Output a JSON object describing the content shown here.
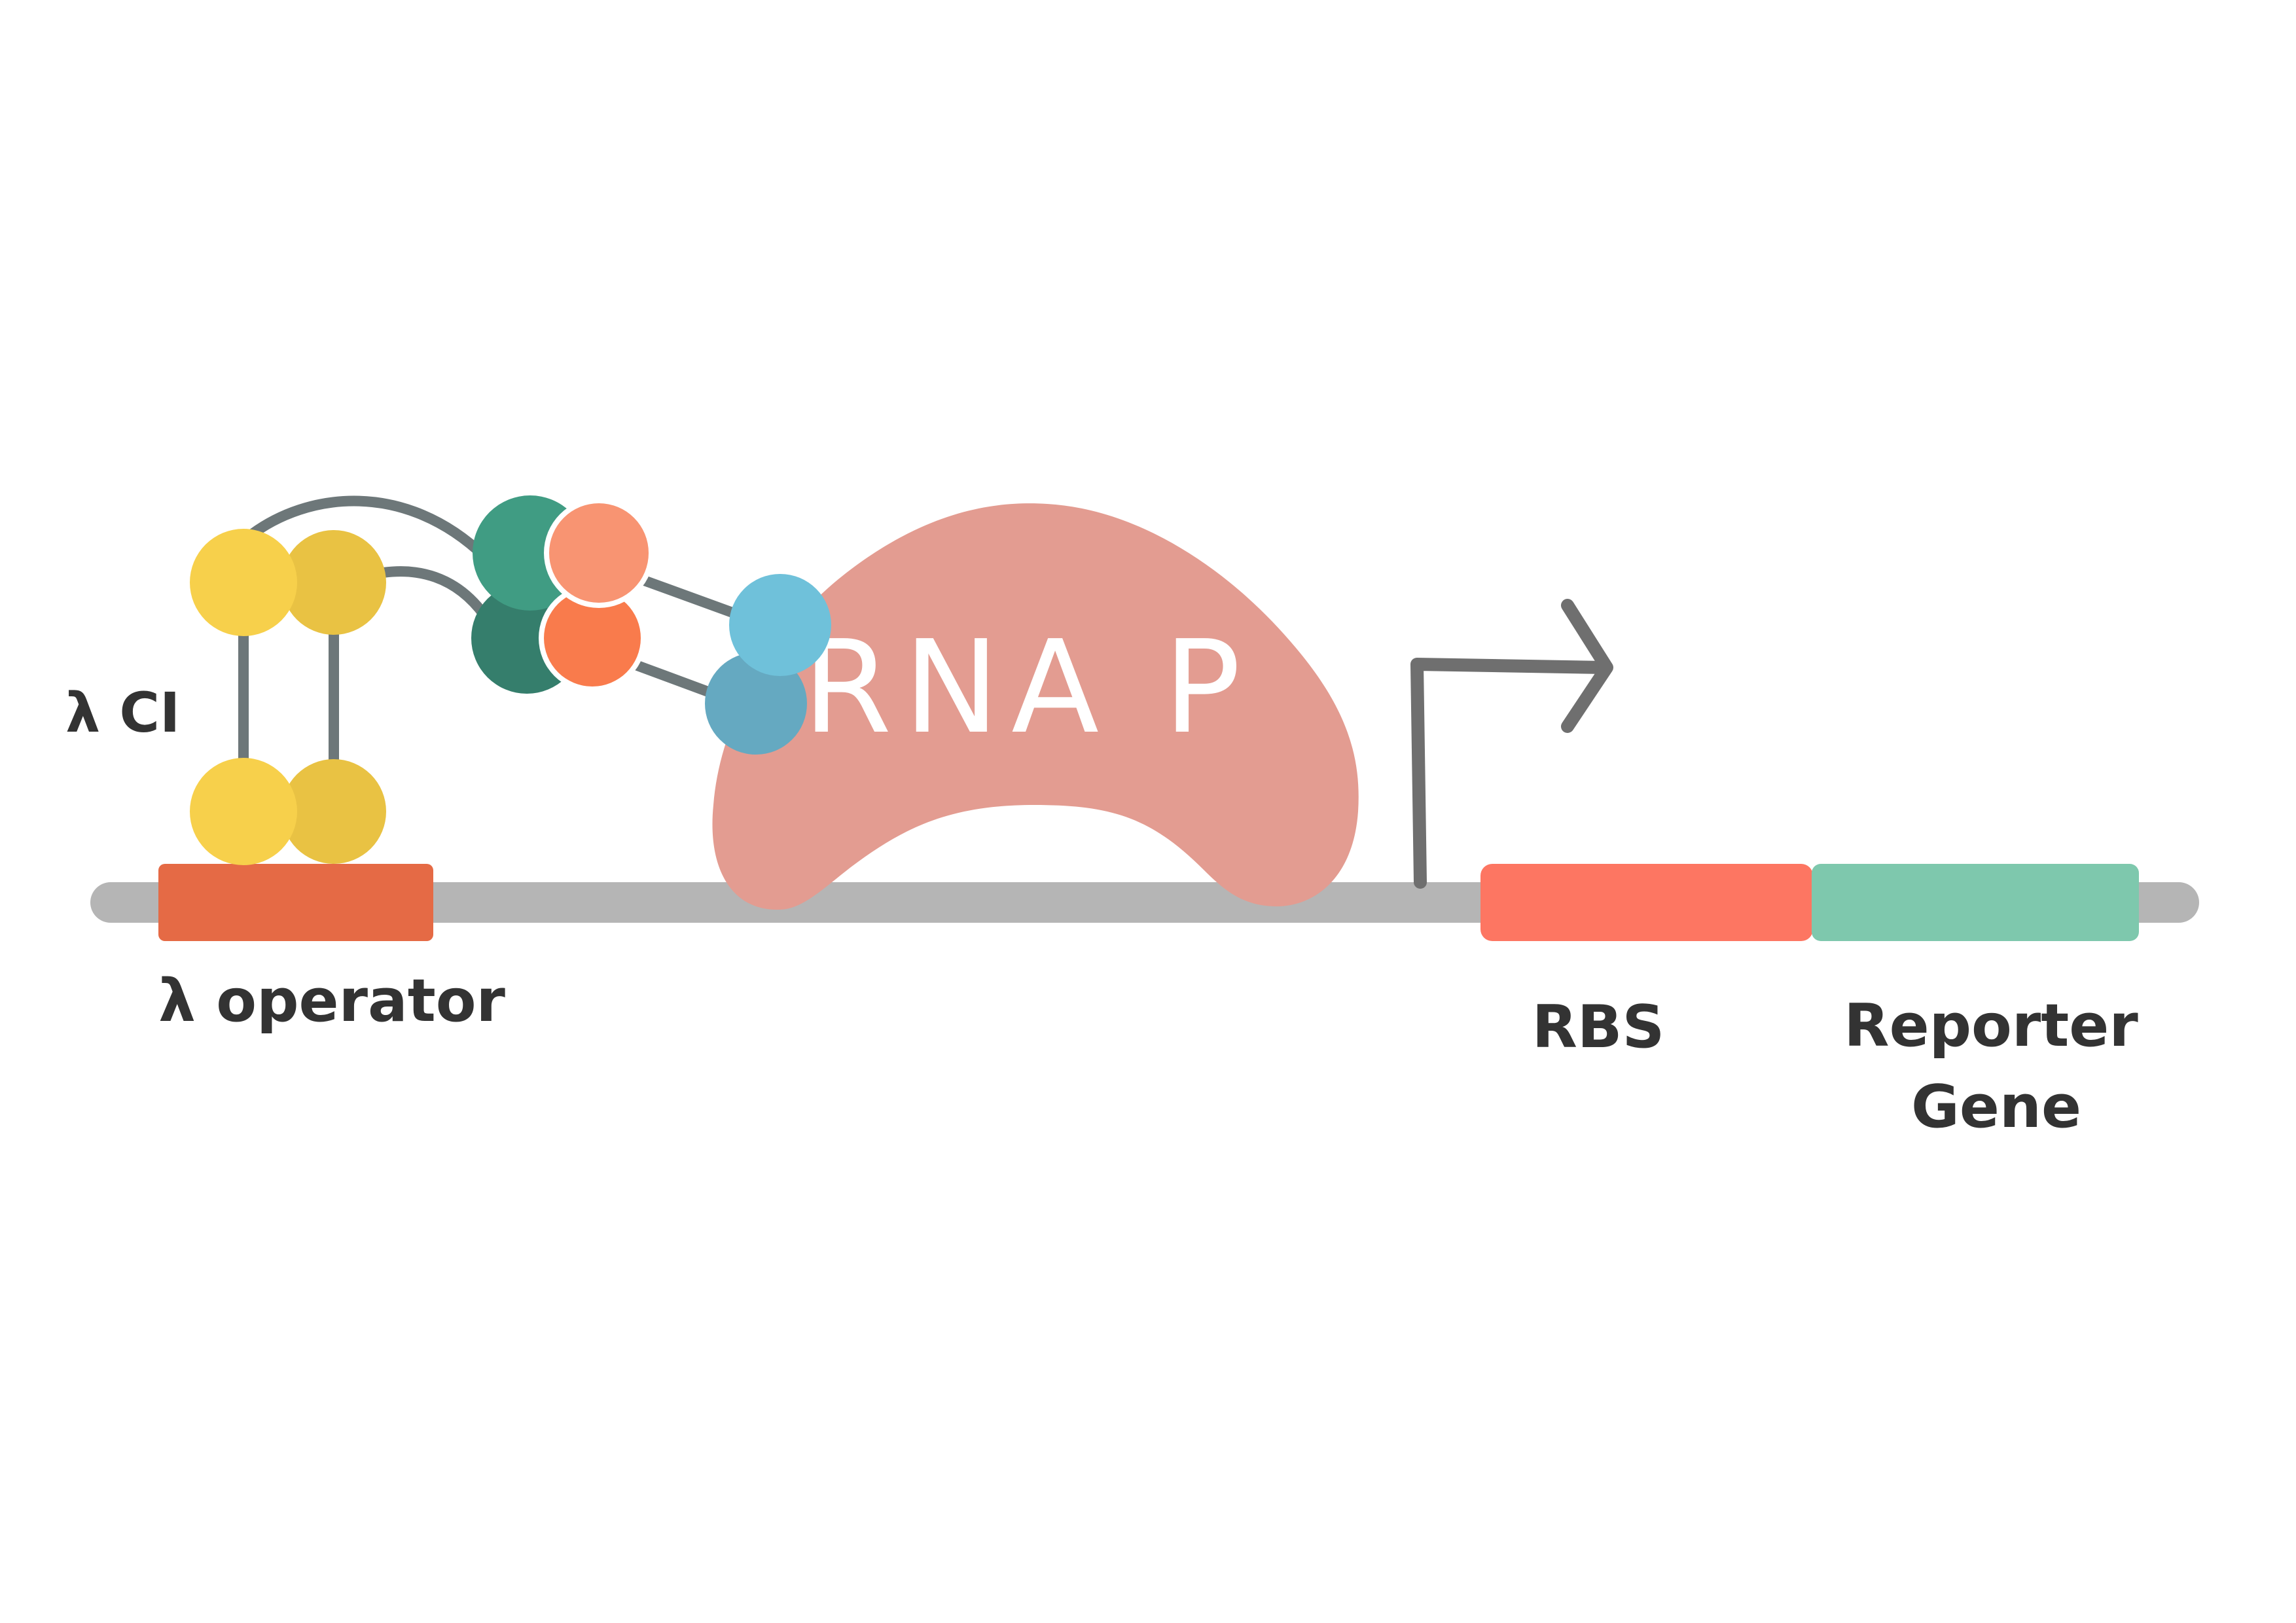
{
  "labels": {
    "lambda_ci": "λ CI",
    "lambda_operator": "λ operator",
    "rnap": "RNA P",
    "rbs": "RBS",
    "reporter_gene_line1": "Reporter",
    "reporter_gene_line2": "Gene"
  },
  "colors": {
    "dna_backbone": "#b5b5b5",
    "operator": "#e56a45",
    "rbs": "#fd7662",
    "reporter_gene": "#7ec8ad",
    "rnap": "#e39c91",
    "ci_yellow_light": "#f7d04b",
    "ci_yellow_dark": "#e9c243",
    "teal_light": "#409c83",
    "teal_dark": "#357e6c",
    "orange_light": "#f89472",
    "orange_dark": "#f97b4c",
    "blue_light": "#6fc1da",
    "blue_dark": "#65a9c1",
    "linker": "#6d7779",
    "arrow": "#6f6f6f",
    "text": "#333333"
  }
}
